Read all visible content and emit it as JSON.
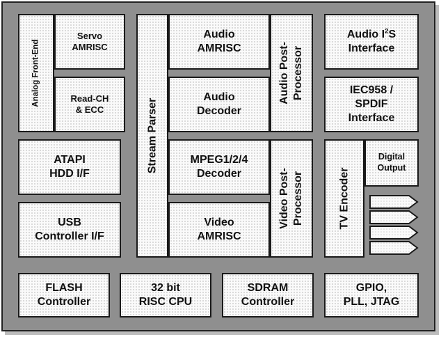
{
  "blocks": {
    "analog_front_end": "Analog Front-End",
    "servo_amrisc": "Servo\nAMRISC",
    "read_ch_ecc": "Read-CH\n& ECC",
    "atapi": "ATAPI\nHDD I/F",
    "usb": "USB\nController I/F",
    "stream_parser": "Stream Parser",
    "audio_amrisc": "Audio\nAMRISC",
    "audio_decoder": "Audio\nDecoder",
    "audio_post": "Audio Post-\nProcessor",
    "mpeg_decoder": "MPEG1/2/4\nDecoder",
    "video_amrisc": "Video\nAMRISC",
    "video_post": "Video Post-\nProcessor",
    "audio_i2s_pre": "Audio I",
    "audio_i2s_sup": "2",
    "audio_i2s_post": "S",
    "audio_i2s_line2": "Interface",
    "iec958": "IEC958 /\nSPDIF\nInterface",
    "tv_encoder": "TV Encoder",
    "digital_output": "Digital\nOutput",
    "flash": "FLASH\nController",
    "cpu": "32 bit\nRISC CPU",
    "sdram": "SDRAM\nController",
    "gpio": "GPIO,\nPLL, JTAG"
  },
  "colors": {
    "chip_fill": "#8f8f8f",
    "block_fill": "#fafafa",
    "outline": "#1a1a1a"
  }
}
